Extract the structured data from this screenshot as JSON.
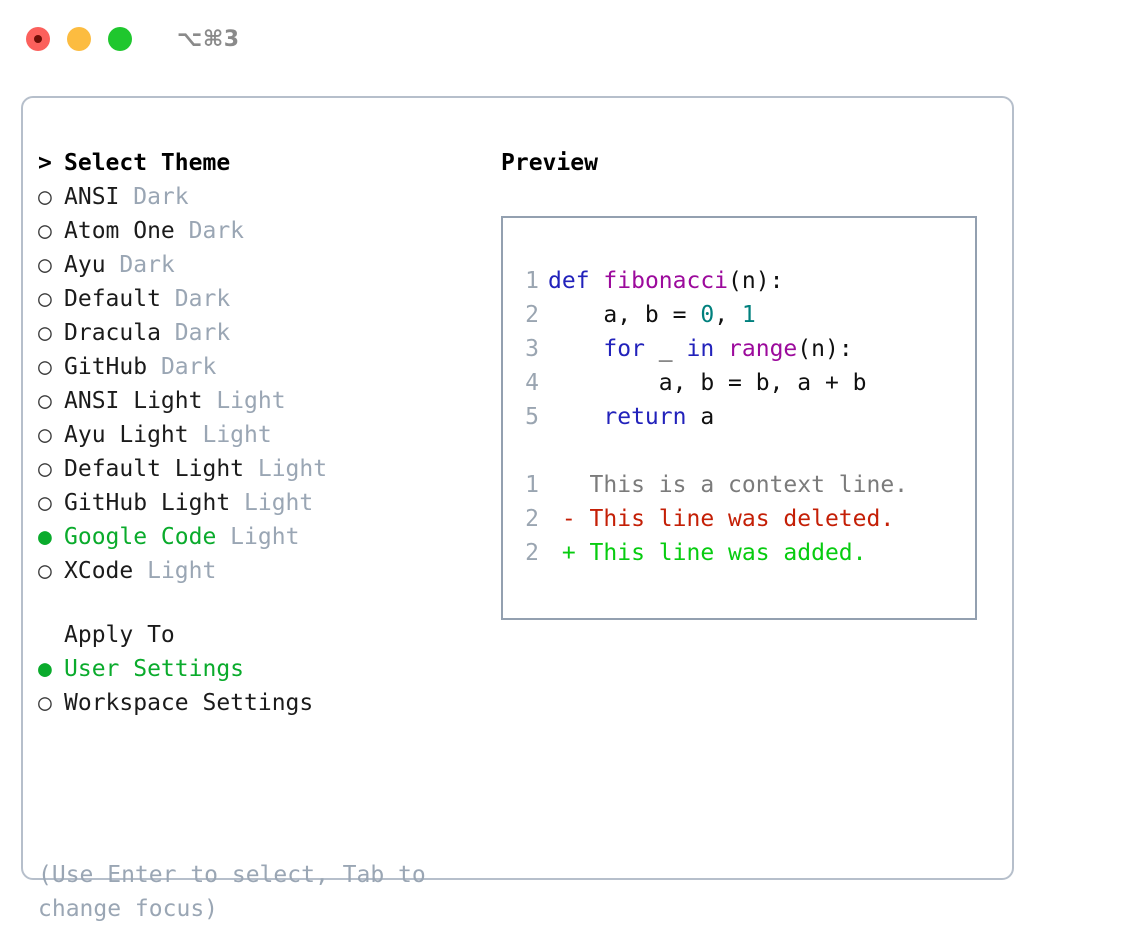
{
  "titlebar": {
    "shortcut": "⌥⌘3",
    "buttons": [
      {
        "name": "close",
        "color": "#fb605c"
      },
      {
        "name": "minimize",
        "color": "#fcbc40"
      },
      {
        "name": "maximize",
        "color": "#1fc72e"
      }
    ]
  },
  "theme_selector": {
    "header": "Select Theme",
    "header_prefix": ">",
    "bullet_unselected": "○",
    "bullet_selected": "●",
    "items": [
      {
        "name": "ANSI",
        "variant": "Dark",
        "selected": false
      },
      {
        "name": "Atom One",
        "variant": "Dark",
        "selected": false
      },
      {
        "name": "Ayu",
        "variant": "Dark",
        "selected": false
      },
      {
        "name": "Default",
        "variant": "Dark",
        "selected": false
      },
      {
        "name": "Dracula",
        "variant": "Dark",
        "selected": false
      },
      {
        "name": "GitHub",
        "variant": "Dark",
        "selected": false
      },
      {
        "name": "ANSI Light",
        "variant": "Light",
        "selected": false
      },
      {
        "name": "Ayu Light",
        "variant": "Light",
        "selected": false
      },
      {
        "name": "Default Light",
        "variant": "Light",
        "selected": false
      },
      {
        "name": "GitHub Light",
        "variant": "Light",
        "selected": false
      },
      {
        "name": "Google Code",
        "variant": "Light",
        "selected": true
      },
      {
        "name": "XCode",
        "variant": "Light",
        "selected": false
      }
    ]
  },
  "apply_to": {
    "header": "Apply To",
    "items": [
      {
        "name": "User Settings",
        "selected": true
      },
      {
        "name": "Workspace Settings",
        "selected": false
      }
    ]
  },
  "hint": "(Use Enter to select, Tab to change focus)",
  "preview": {
    "title": "Preview",
    "code_lines": [
      {
        "number": "1",
        "tokens": [
          {
            "t": "def",
            "c": "kw"
          },
          {
            "t": " ",
            "c": "plain"
          },
          {
            "t": "fibonacci",
            "c": "fn"
          },
          {
            "t": "(n):",
            "c": "plain"
          }
        ]
      },
      {
        "number": "2",
        "tokens": [
          {
            "t": "    a, b = ",
            "c": "plain"
          },
          {
            "t": "0",
            "c": "num"
          },
          {
            "t": ", ",
            "c": "plain"
          },
          {
            "t": "1",
            "c": "num"
          }
        ]
      },
      {
        "number": "3",
        "tokens": [
          {
            "t": "    ",
            "c": "plain"
          },
          {
            "t": "for",
            "c": "kw"
          },
          {
            "t": " _ ",
            "c": "plain"
          },
          {
            "t": "in",
            "c": "kw"
          },
          {
            "t": " ",
            "c": "plain"
          },
          {
            "t": "range",
            "c": "fn"
          },
          {
            "t": "(n):",
            "c": "plain"
          }
        ]
      },
      {
        "number": "4",
        "tokens": [
          {
            "t": "        a, b = b, a + b",
            "c": "plain"
          }
        ]
      },
      {
        "number": "5",
        "tokens": [
          {
            "t": "    ",
            "c": "plain"
          },
          {
            "t": "return",
            "c": "kw"
          },
          {
            "t": " a",
            "c": "plain"
          }
        ]
      }
    ],
    "diff_lines": [
      {
        "number": "1",
        "marker": " ",
        "text": "This is a context line.",
        "kind": "context"
      },
      {
        "number": "2",
        "marker": "-",
        "text": "This line was deleted.",
        "kind": "deleted"
      },
      {
        "number": "2",
        "marker": "+",
        "text": "This line was added.",
        "kind": "added"
      }
    ]
  },
  "colors": {
    "accent_green": "#0aab2c",
    "variant_gray": "#9aa6b4",
    "keyword_blue": "#2222bb",
    "function_purple": "#9c0a9c",
    "number_teal": "#00807d",
    "diff_deleted": "#c41f06",
    "diff_added": "#07cc10",
    "diff_context": "#7b7b7b",
    "panel_border": "#b6bfcb",
    "preview_border": "#93a0b0"
  }
}
